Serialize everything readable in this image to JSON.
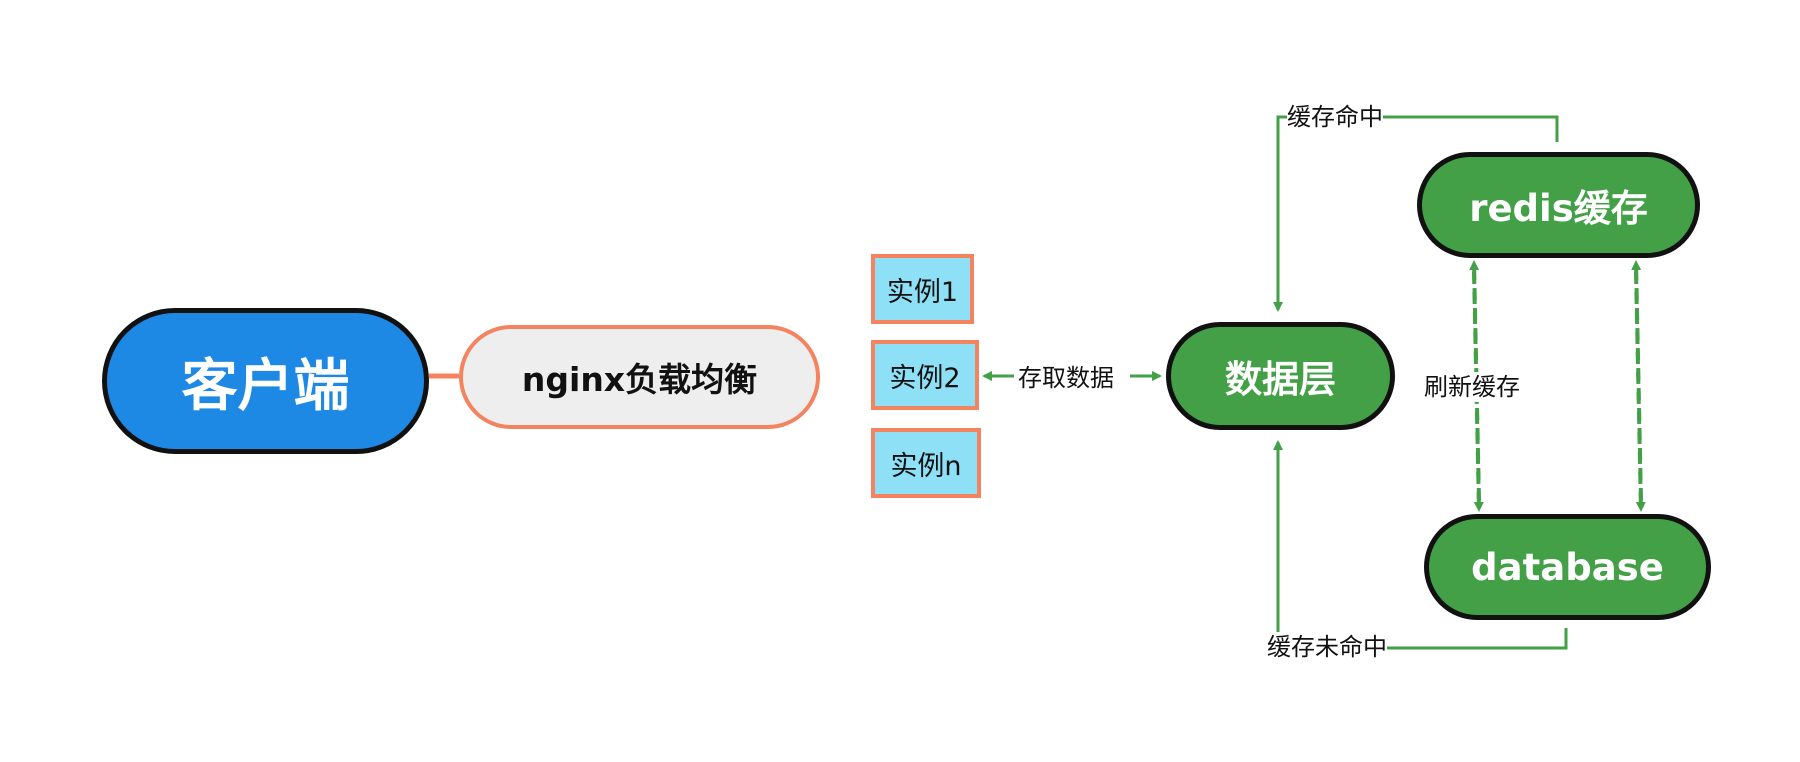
{
  "nodes": {
    "client": "客户端",
    "nginx": "nginx负载均衡",
    "instances": [
      "实例1",
      "实例2",
      "实例n"
    ],
    "data_layer": "数据层",
    "redis": "redis缓存",
    "database": "database"
  },
  "edge_labels": {
    "access_data": "存取数据",
    "cache_hit": "缓存命中",
    "refresh_cache": "刷新缓存",
    "cache_miss": "缓存未命中"
  },
  "colors": {
    "client_fill": "#1e88e5",
    "green_fill": "#43a047",
    "nginx_fill": "#eeeeee",
    "instance_fill": "#8ee0f7",
    "orange_stroke": "#f4845f",
    "node_border": "#111111",
    "arrow_green": "#43a047"
  }
}
